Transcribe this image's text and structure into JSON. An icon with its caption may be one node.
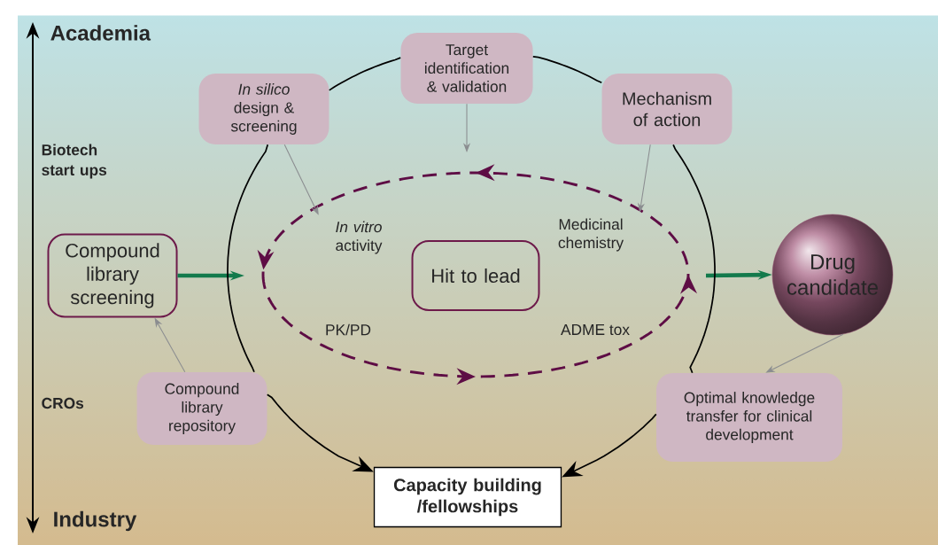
{
  "diagram": {
    "nodes": [
      {
        "text": [
          "Compound library screening"
        ]
      },
      {
        "text": [
          "*In silico* design & screening"
        ]
      },
      {
        "text": [
          "Target identification & validation"
        ]
      },
      {
        "text": [
          "Mechanism of action"
        ]
      },
      {
        "text": [
          "Hit to lead"
        ]
      },
      {
        "text": [
          "Drug candidate"
        ]
      },
      {
        "text": [
          "Compound library repository"
        ]
      },
      {
        "text": [
          "Optimal knowledge transfer for clinical development"
        ]
      },
      {
        "text": [
          "Capacity building /fellowships"
        ]
      },
      {
        "text": [
          "*In vitro* activity"
        ]
      },
      {
        "text": [
          "Medicinal chemistry"
        ]
      }
    ],
    "edges": [
      {
        "from": 0,
        "to": null,
        "arrow": "to",
        "style": "thick",
        "color": "#137a4c"
      },
      {
        "from": null,
        "to": 5,
        "arrow": "to",
        "style": "thick",
        "color": "#137a4c"
      },
      {
        "from": 1,
        "to": 9,
        "arrow": "to",
        "color": "#8b8d90"
      },
      {
        "from": 2,
        "to": null,
        "arrow": "to",
        "color": "#8b8d90"
      },
      {
        "from": 3,
        "to": 10,
        "arrow": "to",
        "color": "#8b8d90"
      },
      {
        "from": 6,
        "to": 0,
        "arrow": "to",
        "color": "#8b8d90"
      },
      {
        "from": 5,
        "to": 7,
        "arrow": "to",
        "color": "#8b8d90"
      },
      {
        "from": 6,
        "to": 1,
        "arrow": "none"
      },
      {
        "from": 1,
        "to": 2,
        "arrow": "none"
      },
      {
        "from": 2,
        "to": 3,
        "arrow": "none"
      },
      {
        "from": 3,
        "to": 7,
        "arrow": "none"
      },
      {
        "from": 6,
        "to": 8,
        "arrow": "to"
      },
      {
        "from": 7,
        "to": 8,
        "arrow": "to"
      }
    ],
    "labels": [
      "Academia",
      "Biotech start ups",
      "PK/PD",
      "ADME tox",
      "CROs",
      "Industry"
    ]
  }
}
